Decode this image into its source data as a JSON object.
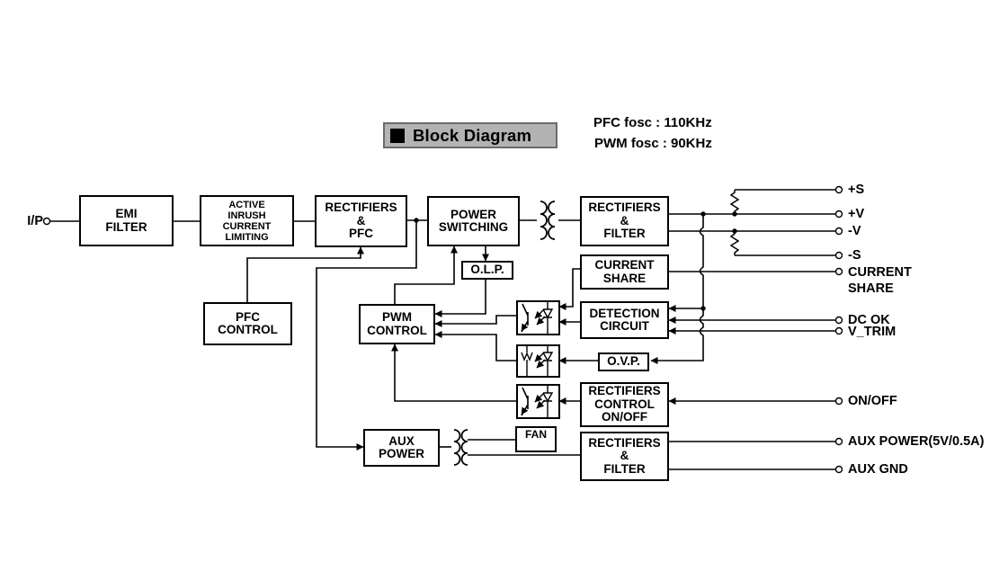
{
  "header": {
    "title": "Block Diagram",
    "pfc_fosc": "PFC fosc : 110KHz",
    "pwm_fosc": "PWM fosc : 90KHz"
  },
  "input_terminal": {
    "label": "I/P"
  },
  "blocks": {
    "emi": "EMI\nFILTER",
    "inrush": "ACTIVE\nINRUSH\nCURRENT\nLIMITING",
    "rectifiers_pfc": "RECTIFIERS\n&\nPFC",
    "power_switching": "POWER\nSWITCHING",
    "olp": "O.L.P.",
    "pfc_control": "PFC\nCONTROL",
    "pwm_control": "PWM\nCONTROL",
    "rectifiers_filter_main": "RECTIFIERS\n&\nFILTER",
    "current_share": "CURRENT\nSHARE",
    "detection_circuit": "DETECTION\nCIRCUIT",
    "ovp": "O.V.P.",
    "rectifiers_control": "RECTIFIERS\nCONTROL\nON/OFF",
    "aux_power": "AUX\nPOWER",
    "fan": "FAN",
    "rectifiers_filter_aux": "RECTIFIERS\n&\nFILTER"
  },
  "terminals": {
    "plus_s": "+S",
    "plus_v": "+V",
    "minus_v": "-V",
    "minus_s": "-S",
    "current_share": "CURRENT\nSHARE",
    "dc_ok": "DC OK",
    "v_trim": "V_TRIM",
    "on_off": "ON/OFF",
    "aux_power": "AUX POWER(5V/0.5A)",
    "aux_gnd": "AUX GND"
  },
  "icons": [
    "black-square-icon",
    "transformer-icon",
    "aux-transformer-icon",
    "optocoupler-icon",
    "resistor-icon",
    "fan-icon",
    "terminal-circle-icon"
  ],
  "colors": {
    "line": "#000000",
    "background": "#ffffff",
    "header_bg": "#b3b3b3",
    "header_border": "#6b6b6b"
  }
}
